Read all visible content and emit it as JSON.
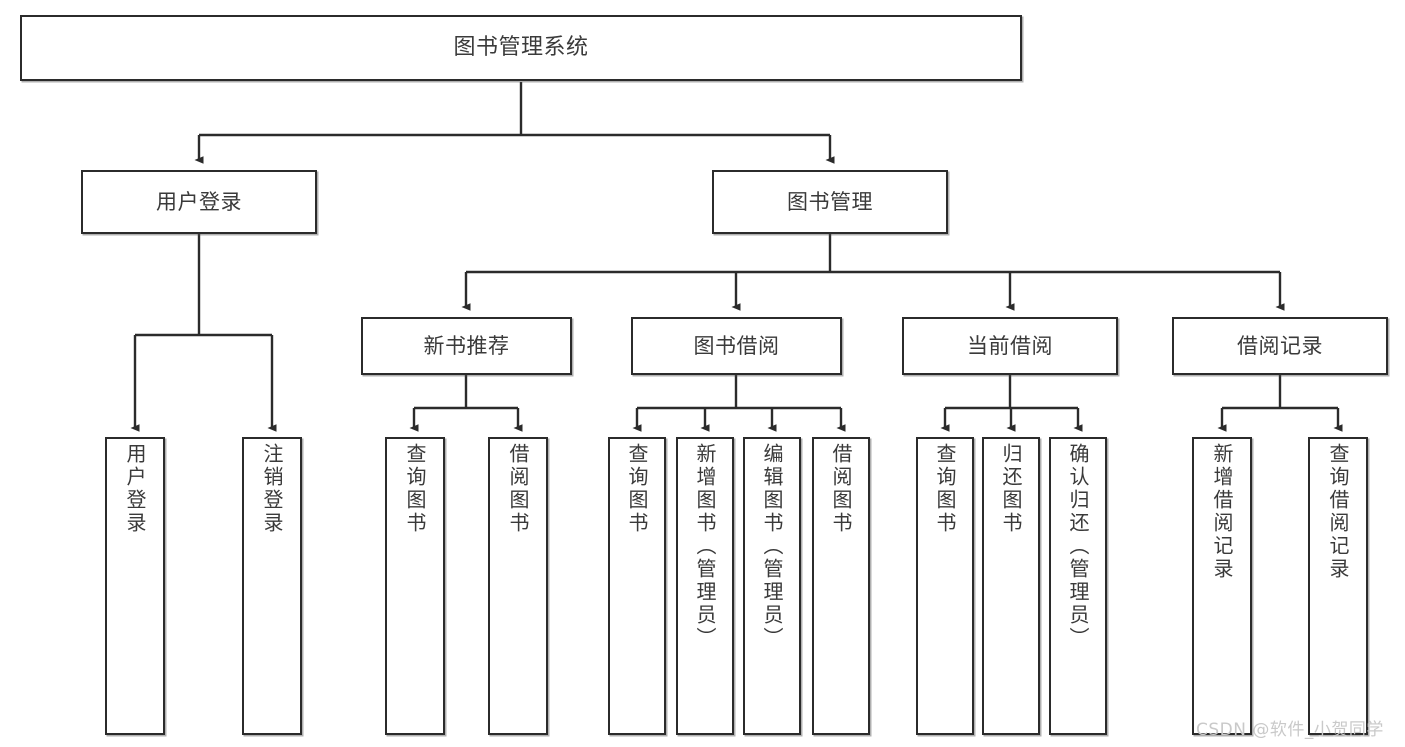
{
  "diagram": {
    "title": "图书管理系统",
    "type": "tree-hierarchy-chart",
    "orientation": "top-down",
    "colors": {
      "box_border": "#2b2b2b",
      "box_fill": "#ffffff",
      "text": "#3a3a3a",
      "edge": "#2b2b2b",
      "watermark": "#c9c9c9",
      "background": "#ffffff"
    }
  },
  "nodes": {
    "root": {
      "label": "图书管理系统"
    },
    "level2": [
      {
        "id": "user-login",
        "label": "用户登录"
      },
      {
        "id": "book-manage",
        "label": "图书管理"
      }
    ],
    "level3": [
      {
        "id": "new-book-recommend",
        "label": "新书推荐"
      },
      {
        "id": "book-borrow",
        "label": "图书借阅"
      },
      {
        "id": "current-borrow",
        "label": "当前借阅"
      },
      {
        "id": "borrow-record",
        "label": "借阅记录"
      }
    ],
    "leaves": {
      "user_login": [
        {
          "id": "leaf-user-login",
          "label": "用户登录"
        },
        {
          "id": "leaf-logout-login",
          "label": "注销登录"
        }
      ],
      "new_book_recommend": [
        {
          "id": "leaf-query-book-1",
          "label": "查询图书"
        },
        {
          "id": "leaf-borrow-book-1",
          "label": "借阅图书"
        }
      ],
      "book_borrow": [
        {
          "id": "leaf-query-book-2",
          "label": "查询图书"
        },
        {
          "id": "leaf-add-book",
          "label": "新增图书（管理员）"
        },
        {
          "id": "leaf-edit-book",
          "label": "编辑图书（管理员）"
        },
        {
          "id": "leaf-borrow-book-2",
          "label": "借阅图书"
        }
      ],
      "current_borrow": [
        {
          "id": "leaf-query-book-3",
          "label": "查询图书"
        },
        {
          "id": "leaf-return-book",
          "label": "归还图书"
        },
        {
          "id": "leaf-confirm-return",
          "label": "确认归还（管理员）"
        }
      ],
      "borrow_record": [
        {
          "id": "leaf-add-record",
          "label": "新增借阅记录"
        },
        {
          "id": "leaf-query-record",
          "label": "查询借阅记录"
        }
      ]
    }
  },
  "watermark": {
    "text": "CSDN @软件_小贺同学"
  }
}
